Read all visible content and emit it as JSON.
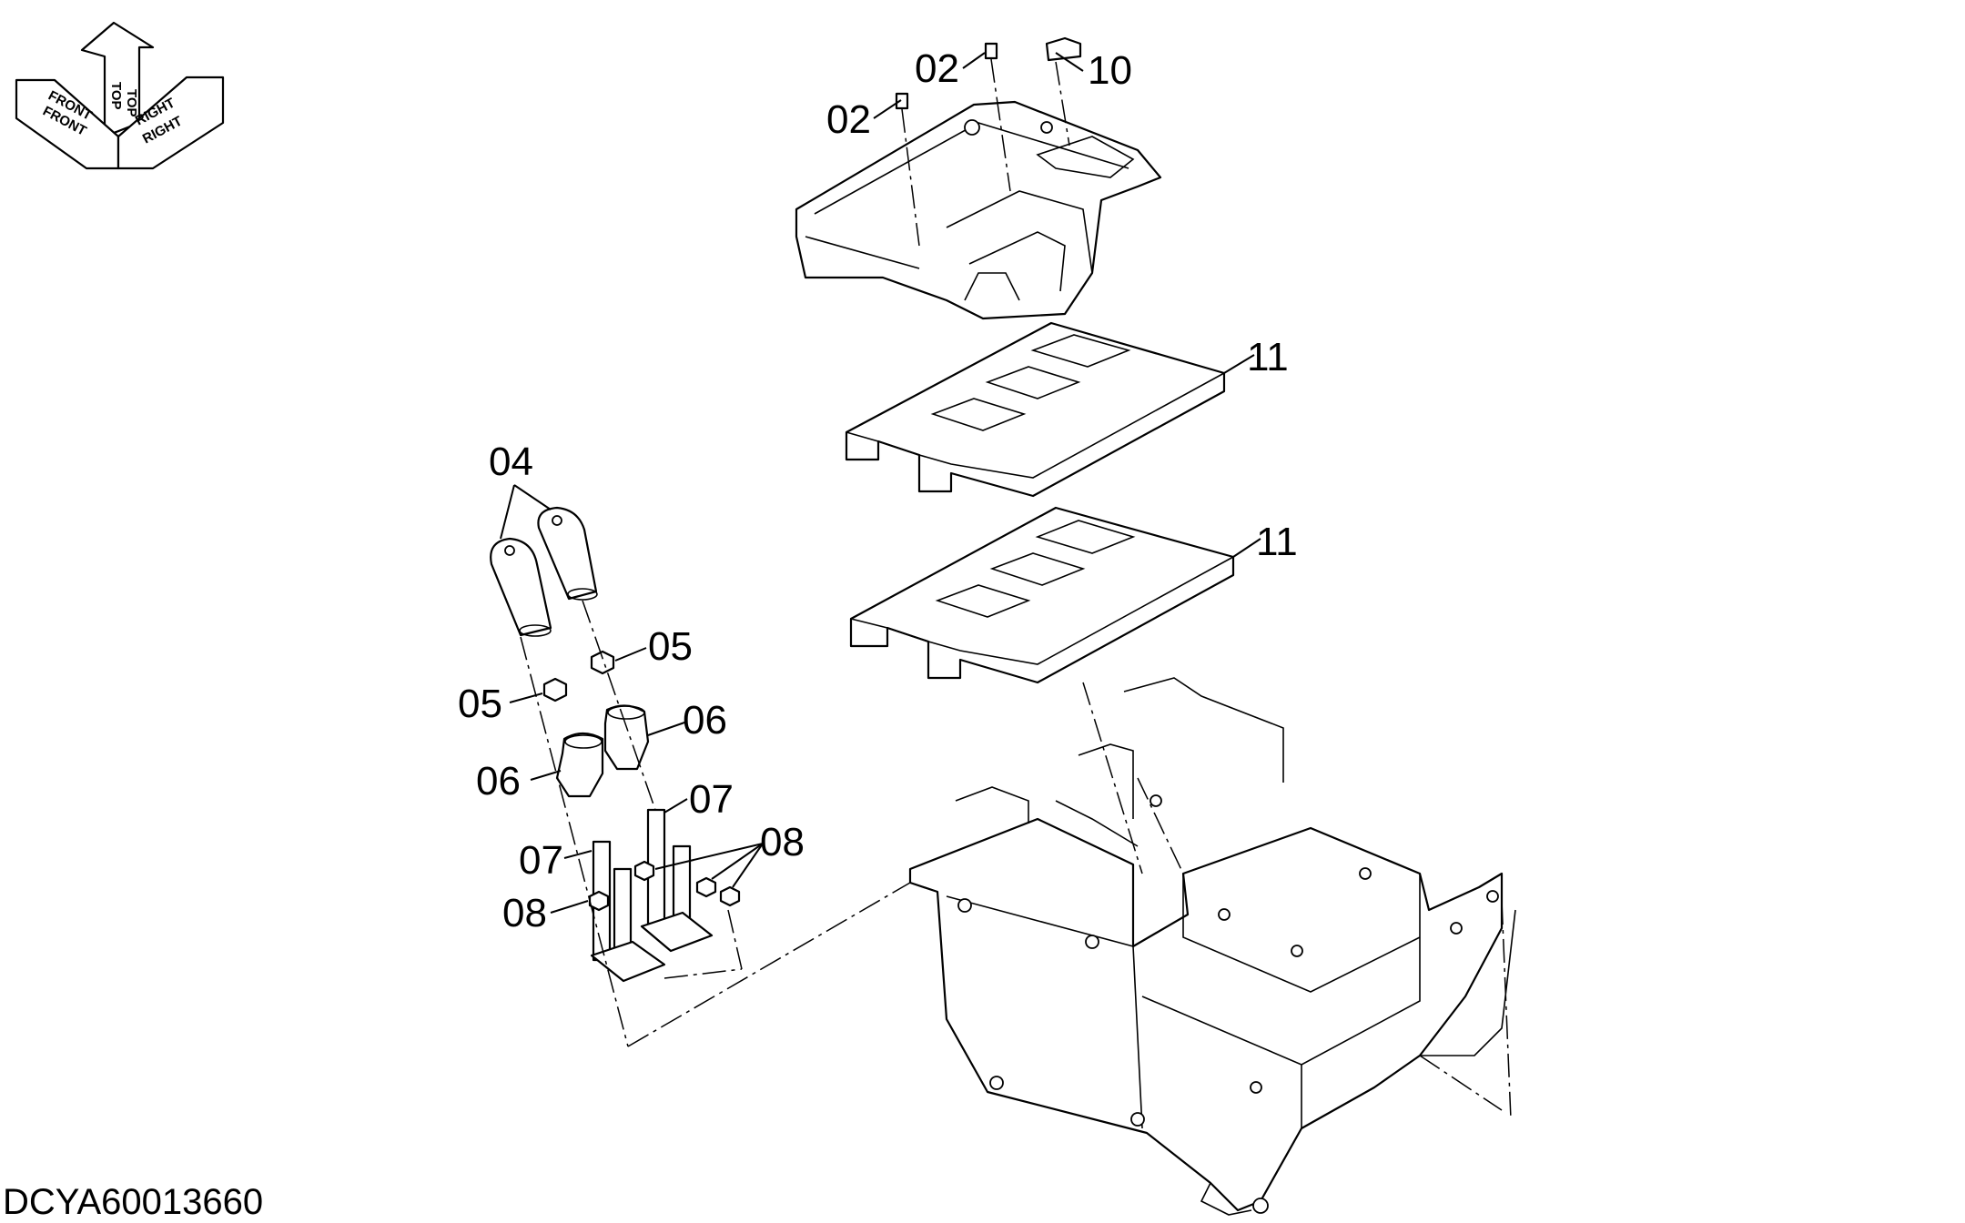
{
  "drawing_code": "DCYA60013660",
  "orientation": {
    "front_label": "FRONT",
    "top_label": "TOP",
    "right_label": "RIGHT"
  },
  "callouts": {
    "c02a": "02",
    "c02b": "02",
    "c10": "10",
    "c11a": "11",
    "c11b": "11",
    "c04": "04",
    "c05a": "05",
    "c05b": "05",
    "c06a": "06",
    "c06b": "06",
    "c07a": "07",
    "c07b": "07",
    "c08a": "08",
    "c08b": "08"
  }
}
